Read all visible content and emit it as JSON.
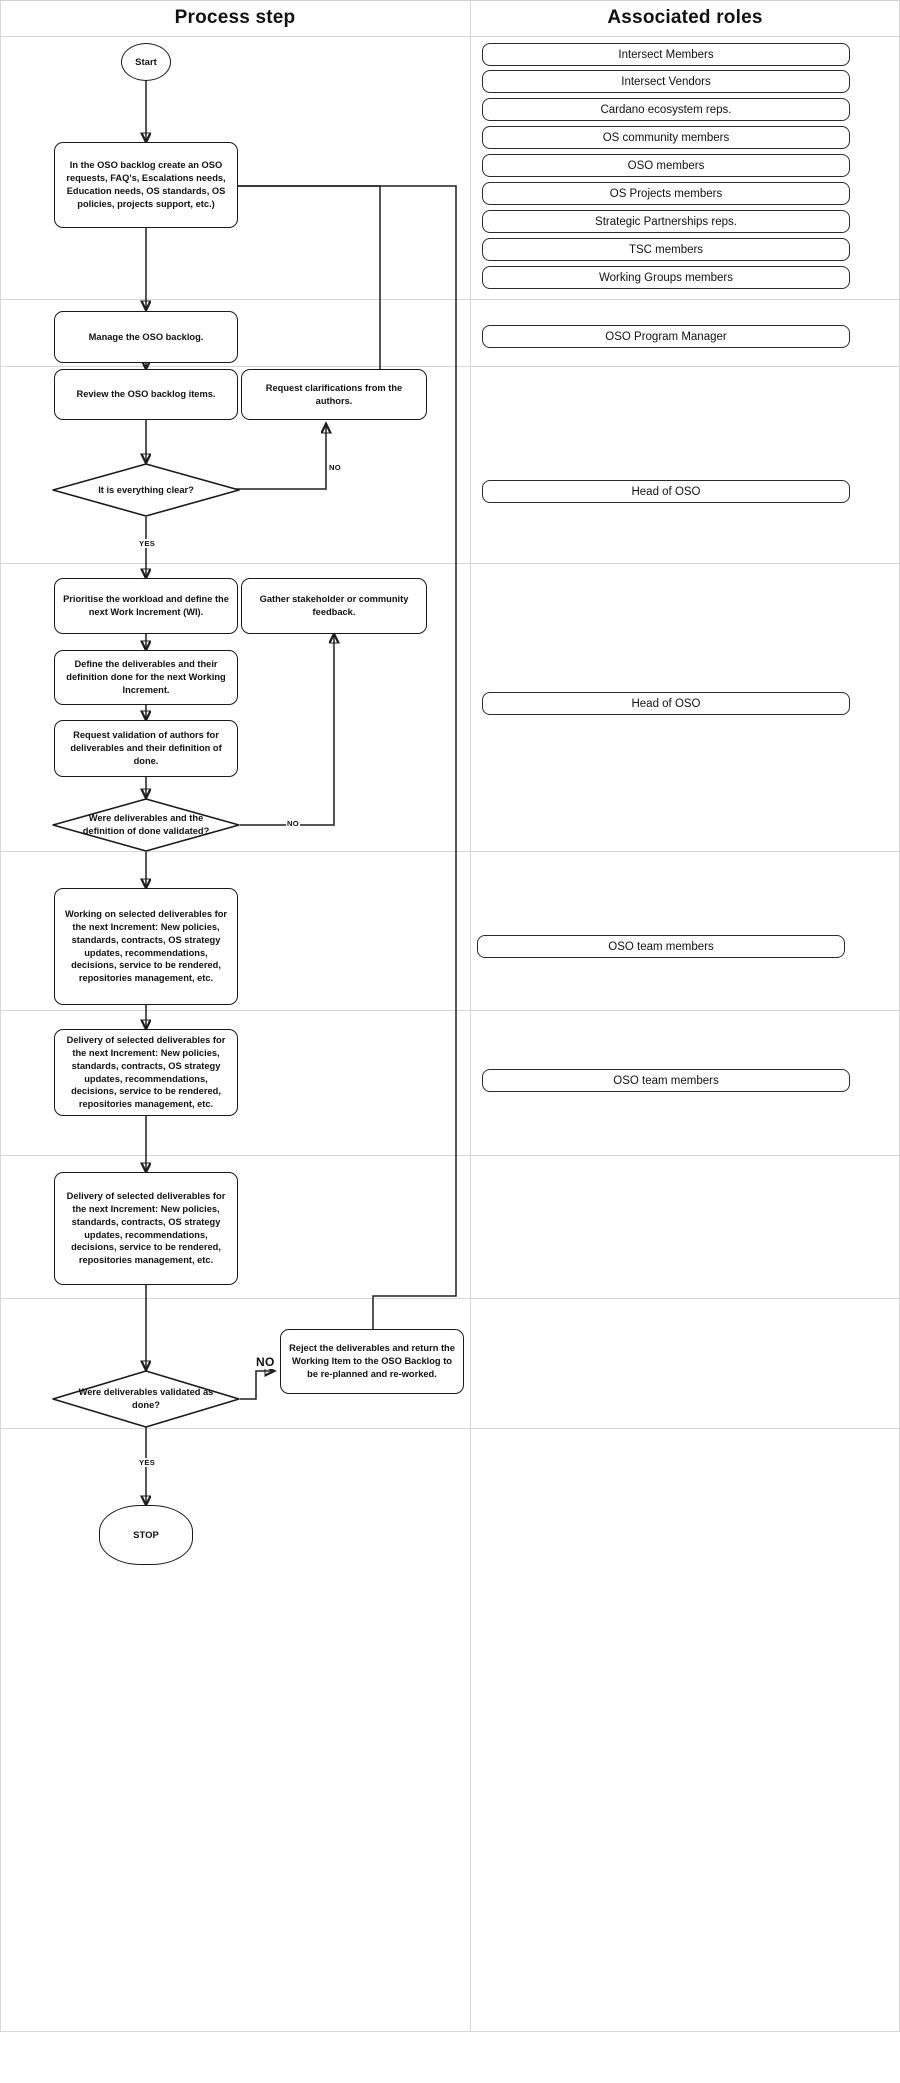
{
  "columns": {
    "process_header": "Process step",
    "roles_header": "Associated roles"
  },
  "nodes": {
    "start": "Start",
    "create_backlog": "In the OSO backlog create an OSO requests, FAQ's, Escalations needs, Education needs, OS standards, OS policies, projects support, etc.)",
    "manage_backlog": "Manage the OSO backlog.",
    "review_backlog": "Review the OSO backlog items.",
    "request_clarifications": "Request clarifications from the authors.",
    "decision_clear": "It is everything clear?",
    "prioritise": "Prioritise the workload and define the next Work Increment (WI).",
    "gather_feedback": "Gather stakeholder or community feedback.",
    "define_deliverables": "Define the deliverables and their definition done for the next Working Increment.",
    "request_validation": "Request validation of authors for deliverables and their definition of done.",
    "decision_validated": "Were deliverables and the definition of done validated?",
    "working_on": "Working on selected deliverables for the next Increment: New policies, standards, contracts, OS strategy updates, recommendations, decisions, service to be rendered, repositories management, etc.",
    "delivery_1": "Delivery of selected deliverables for the next Increment: New policies, standards, contracts, OS strategy updates, recommendations, decisions, service to be rendered, repositories management, etc.",
    "delivery_2": "Delivery of selected deliverables for the next Increment: New policies, standards, contracts, OS strategy updates, recommendations, decisions, service to be rendered, repositories management, etc.",
    "decision_done": "Were deliverables validated as done?",
    "reject": "Reject the deliverables and return the Working Item to the OSO Backlog to be re-planned and re-worked.",
    "stop": "STOP"
  },
  "edge_labels": {
    "no_clear": "NO",
    "yes_clear": "YES",
    "no_validated": "NO",
    "no_done": "NO",
    "yes_done": "YES"
  },
  "roles": {
    "lane1": [
      "Intersect Members",
      "Intersect Vendors",
      "Cardano ecosystem reps.",
      "OS community members",
      "OSO members",
      "OS Projects members",
      "Strategic Partnerships reps.",
      "TSC members",
      "Working Groups members"
    ],
    "lane2": "OSO Program Manager",
    "lane3": "Head of OSO",
    "lane4": "Head of OSO",
    "lane5": "OSO team members",
    "lane6": "OSO team members"
  },
  "colors": {
    "stroke": "#1f1f1f",
    "grid": "#d6d6d6",
    "background": "#ffffff"
  }
}
